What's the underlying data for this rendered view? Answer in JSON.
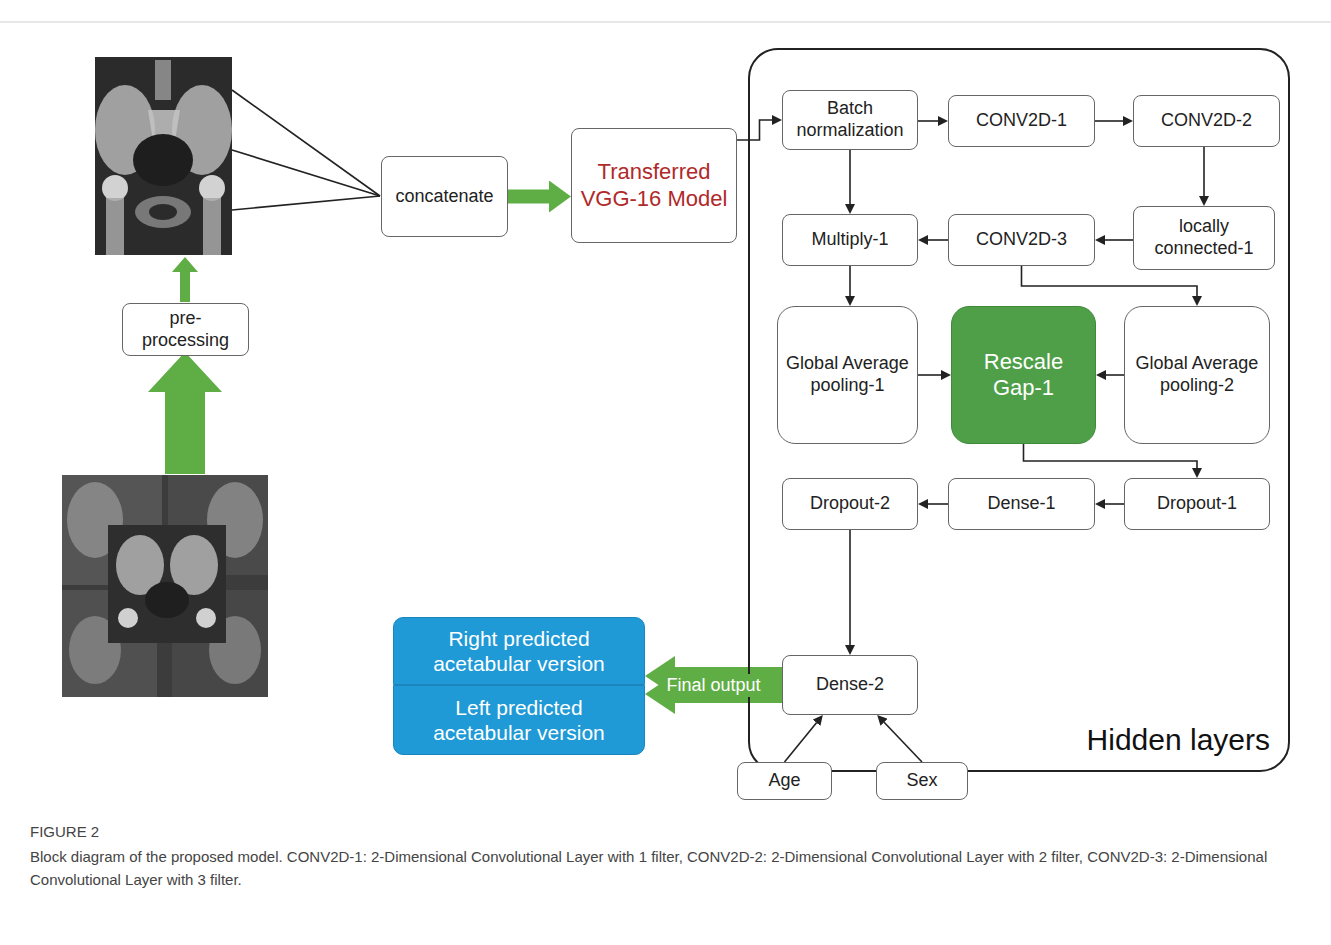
{
  "diagram": {
    "title": "FIGURE 2",
    "caption": "Block diagram of the proposed model. CONV2D-1: 2-Dimensional Convolutional Layer with 1 filter, CONV2D-2: 2-Dimensional Convolutional Layer with 2 filter, CONV2D-3: 2-Dimensional Convolutional Layer with 3 filter.",
    "nodes": [
      {
        "text": [
          "concatenate"
        ]
      },
      {
        "text": [
          "Transferred VGG-16 Model"
        ]
      },
      {
        "text": [
          "pre-processing"
        ]
      },
      {
        "text": [
          "Hidden layers"
        ]
      },
      {
        "text": [
          "Batch normalization"
        ],
        "in": 3
      },
      {
        "text": [
          "CONV2D-1"
        ],
        "in": 3
      },
      {
        "text": [
          "CONV2D-2"
        ],
        "in": 3
      },
      {
        "text": [
          "Multiply-1"
        ],
        "in": 3
      },
      {
        "text": [
          "CONV2D-3"
        ],
        "in": 3
      },
      {
        "text": [
          "locally connected-1"
        ],
        "in": 3
      },
      {
        "text": [
          "Global Average pooling-1"
        ],
        "in": 3
      },
      {
        "text": [
          "Rescale Gap-1"
        ],
        "in": 3
      },
      {
        "text": [
          "Global Average pooling-2"
        ],
        "in": 3
      },
      {
        "text": [
          "Dropout-2"
        ],
        "in": 3
      },
      {
        "text": [
          "Dense-1"
        ],
        "in": 3
      },
      {
        "text": [
          "Dropout-1"
        ],
        "in": 3
      },
      {
        "text": [
          "Dense-2"
        ],
        "in": 3
      },
      {
        "text": [
          "Right predicted acetabular version"
        ]
      },
      {
        "text": [
          "Left predicted acetabular version"
        ]
      },
      {
        "text": [
          "Age"
        ]
      },
      {
        "text": [
          "Sex"
        ]
      }
    ],
    "edges": [
      {
        "from": 0,
        "to": 1,
        "arrow": "to"
      },
      {
        "from": 1,
        "to": 4,
        "arrow": "to"
      },
      {
        "from": 4,
        "to": 5,
        "arrow": "to"
      },
      {
        "from": 5,
        "to": 6,
        "arrow": "to"
      },
      {
        "from": 6,
        "to": 9,
        "arrow": "to"
      },
      {
        "from": 9,
        "to": 8,
        "arrow": "to"
      },
      {
        "from": 8,
        "to": 7,
        "arrow": "to"
      },
      {
        "from": 4,
        "to": 7,
        "arrow": "to"
      },
      {
        "from": 7,
        "to": 10,
        "arrow": "to"
      },
      {
        "from": 8,
        "to": 12,
        "arrow": "to"
      },
      {
        "from": 10,
        "to": 11,
        "arrow": "to"
      },
      {
        "from": 12,
        "to": 11,
        "arrow": "to"
      },
      {
        "from": 11,
        "to": 15,
        "arrow": "to"
      },
      {
        "from": 15,
        "to": 14,
        "arrow": "to"
      },
      {
        "from": 14,
        "to": 13,
        "arrow": "to"
      },
      {
        "from": 13,
        "to": 16,
        "arrow": "to"
      },
      {
        "from": 16,
        "to": 17,
        "label": "Final output",
        "arrow": "to"
      },
      {
        "from": 16,
        "to": 18,
        "arrow": "to"
      },
      {
        "from": 19,
        "to": 16,
        "arrow": "to"
      },
      {
        "from": 20,
        "to": 16,
        "arrow": "to"
      }
    ]
  }
}
